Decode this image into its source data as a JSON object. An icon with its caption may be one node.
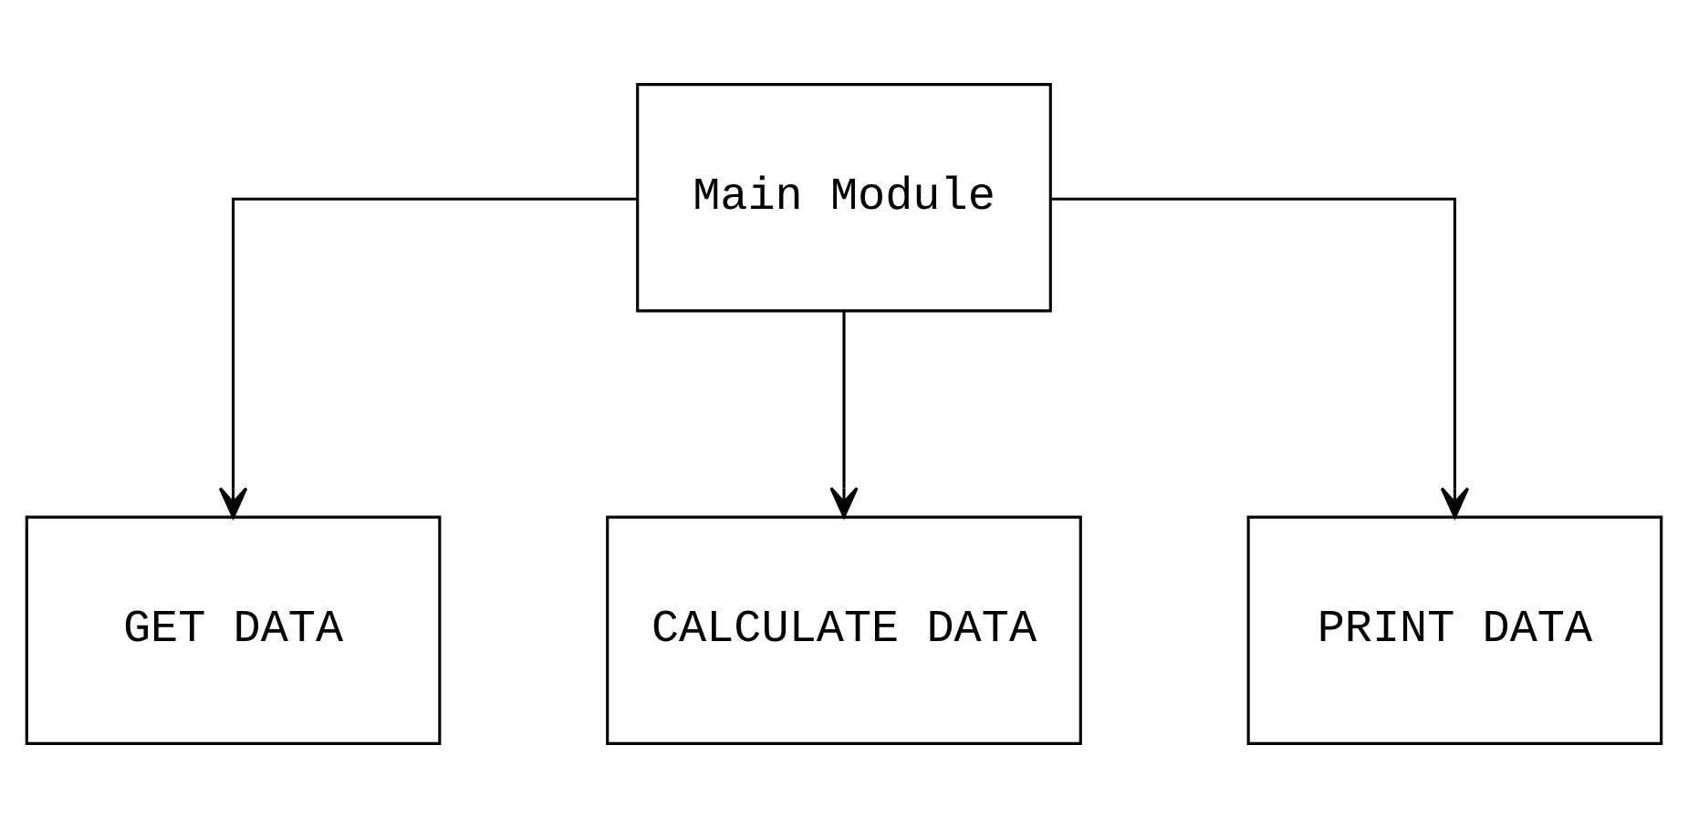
{
  "diagram": {
    "nodes": [
      {
        "text": [
          "Main Module"
        ]
      },
      {
        "text": [
          "GET DATA"
        ]
      },
      {
        "text": [
          "CALCULATE DATA"
        ]
      },
      {
        "text": [
          "PRINT DATA"
        ]
      }
    ],
    "edges": [
      {
        "from": 0,
        "to": 1,
        "arrow": "to"
      },
      {
        "from": 0,
        "to": 2,
        "arrow": "to"
      },
      {
        "from": 0,
        "to": 3,
        "arrow": "to"
      }
    ]
  }
}
